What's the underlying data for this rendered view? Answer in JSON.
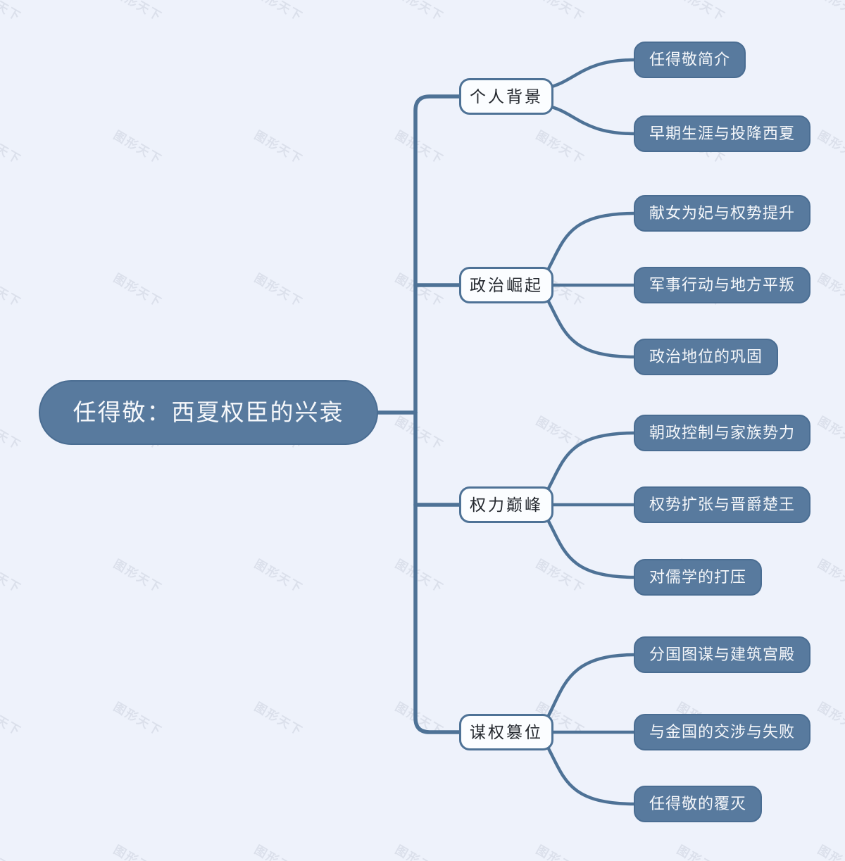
{
  "canvas": {
    "background": "#eef2fb"
  },
  "watermark": {
    "text": "图形天下"
  },
  "colors": {
    "node_fill": "#587a9e",
    "node_border": "#4a6d92",
    "connector_line": "#4e7296",
    "branch_fill": "#fbfdff",
    "branch_text": "#24282e",
    "leaf_text": "#f6f8fb",
    "background": "#eef2fb"
  },
  "mindmap": {
    "root": {
      "label": "任得敬：西夏权臣的兴衰"
    },
    "branches": [
      {
        "label": "个人背景",
        "children": [
          "任得敬简介",
          "早期生涯与投降西夏"
        ]
      },
      {
        "label": "政治崛起",
        "children": [
          "献女为妃与权势提升",
          "军事行动与地方平叛",
          "政治地位的巩固"
        ]
      },
      {
        "label": "权力巅峰",
        "children": [
          "朝政控制与家族势力",
          "权势扩张与晋爵楚王",
          "对儒学的打压"
        ]
      },
      {
        "label": "谋权篡位",
        "children": [
          "分国图谋与建筑宫殿",
          "与金国的交涉与失败",
          "任得敬的覆灭"
        ]
      }
    ]
  }
}
